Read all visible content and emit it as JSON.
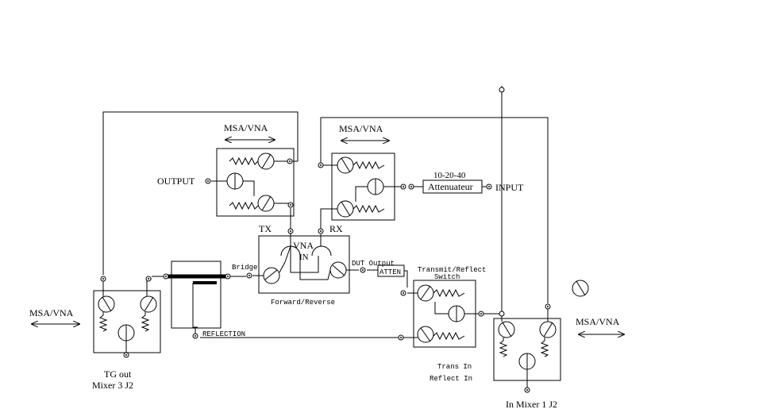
{
  "labels": {
    "msa_vna_top_left": "MSA/VNA",
    "msa_vna_top_right": "MSA/VNA",
    "msa_vna_left": "MSA/VNA",
    "msa_vna_right": "MSA/VNA",
    "output": "OUTPUT",
    "input": "INPUT",
    "attenuator_range": "10-20-40",
    "attenuator": "Attenuateur",
    "tx": "TX",
    "rx": "RX",
    "vna": "VNA",
    "in": "IN",
    "bridge": "Bridge",
    "dut_output": "DUT Output",
    "atten": "ATTEN",
    "trs_line1": "Transmit/Reflect",
    "trs_line2": "Switch",
    "forward_reverse": "Forward/Reverse",
    "reflection": "REFLECTION",
    "trans_in": "Trans In",
    "reflect_in": "Reflect In",
    "tg_out_line1": "TG out",
    "tg_out_line2": "Mixer 3 J2",
    "in_mixer": "In Mixer 1 J2"
  }
}
